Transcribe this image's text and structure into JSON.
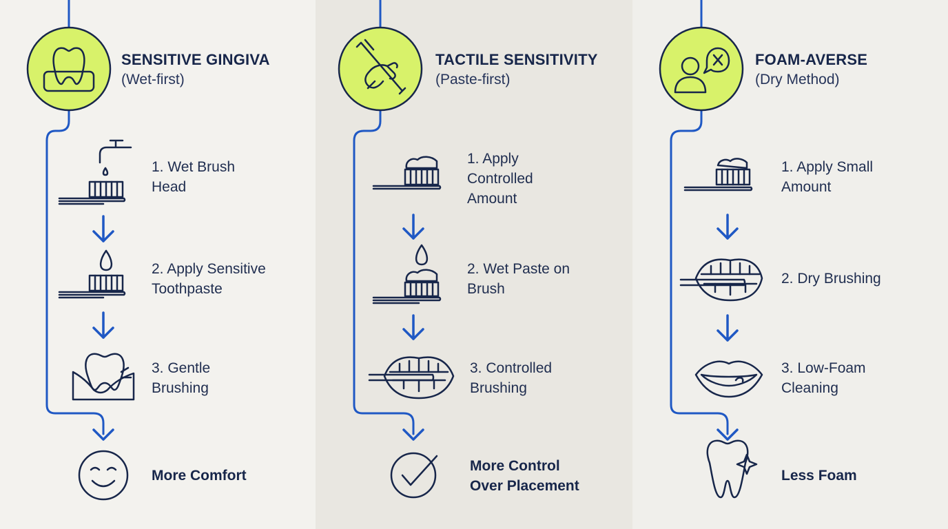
{
  "colors": {
    "accent": "#d8f26a",
    "flow": "#1f58c4",
    "ink": "#17264a"
  },
  "columns": [
    {
      "icon": "tooth-gum-icon",
      "title": "SENSITIVE GINGIVA",
      "subtitle": "(Wet-first)",
      "steps": [
        {
          "label": "1. Wet Brush\nHead",
          "icon": "faucet-brush-icon"
        },
        {
          "label": "2. Apply Sensitive\nToothpaste",
          "icon": "drop-brush-icon"
        },
        {
          "label": "3. Gentle\nBrushing",
          "icon": "tooth-gum-brushing-icon"
        }
      ],
      "result": {
        "label": "More Comfort",
        "icon": "smiley-icon"
      }
    },
    {
      "icon": "hand-brush-icon",
      "title": "TACTILE SENSITIVITY",
      "subtitle": "(Paste-first)",
      "steps": [
        {
          "label": "1. Apply\nControlled\nAmount",
          "icon": "paste-brush-icon"
        },
        {
          "label": "2. Wet Paste on\nBrush",
          "icon": "drop-paste-brush-icon"
        },
        {
          "label": "3. Controlled\nBrushing",
          "icon": "mouth-brush-icon"
        }
      ],
      "result": {
        "label": "More Control\nOver Placement",
        "icon": "check-circle-icon"
      }
    },
    {
      "icon": "person-no-foam-icon",
      "title": "FOAM-AVERSE",
      "subtitle": "(Dry Method)",
      "steps": [
        {
          "label": "1. Apply Small\nAmount",
          "icon": "small-paste-brush-icon"
        },
        {
          "label": "2. Dry Brushing",
          "icon": "mouth-brush-icon"
        },
        {
          "label": "3. Low-Foam\nCleaning",
          "icon": "lips-icon"
        }
      ],
      "result": {
        "label": "Less Foam",
        "icon": "sparkle-tooth-icon"
      }
    }
  ]
}
